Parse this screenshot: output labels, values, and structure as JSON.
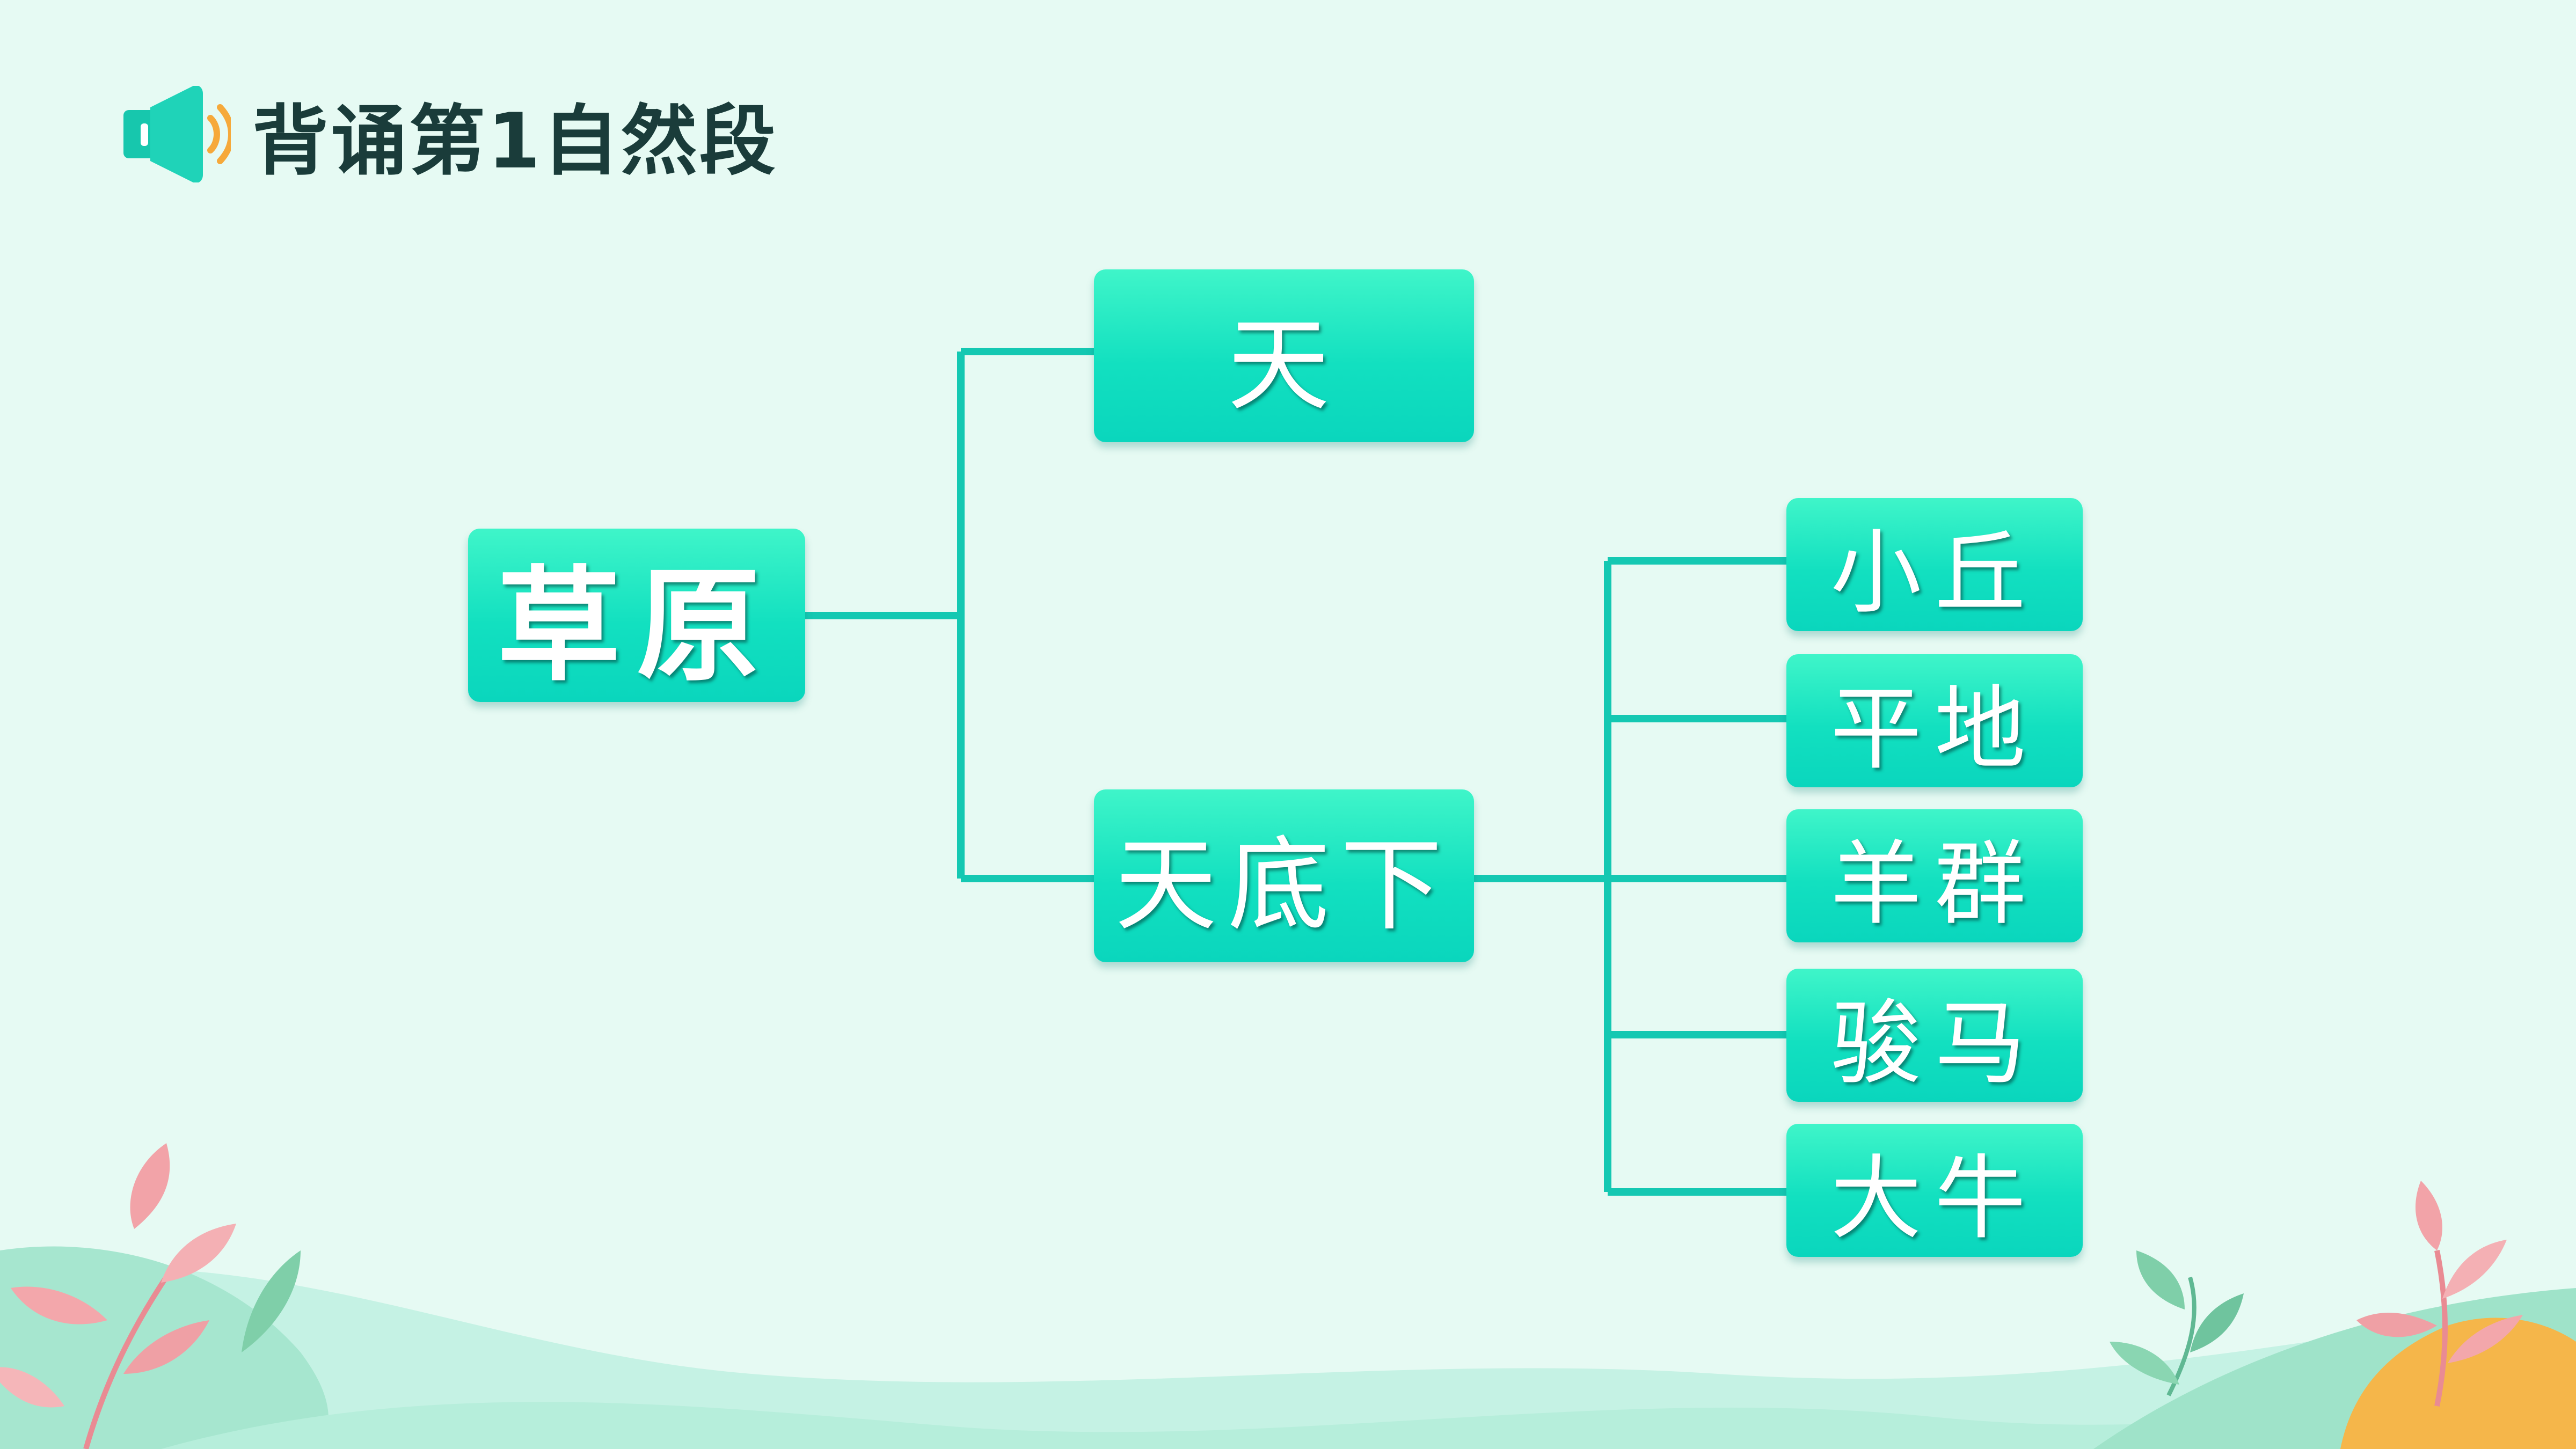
{
  "header": {
    "title": "背诵第1自然段",
    "icon": "speaker-icon"
  },
  "diagram": {
    "root": "草原",
    "branches": [
      {
        "label": "天"
      },
      {
        "label": "天底下",
        "children": [
          "小丘",
          "平地",
          "羊群",
          "骏马",
          "大牛"
        ]
      }
    ]
  },
  "colors": {
    "background": "#e6faf3",
    "node_fill": "#12e0c0",
    "connector": "#14c8b2",
    "title_text": "#1a3c3a",
    "speaker_body": "#1fd3b8",
    "speaker_waves": "#f6a93a"
  }
}
